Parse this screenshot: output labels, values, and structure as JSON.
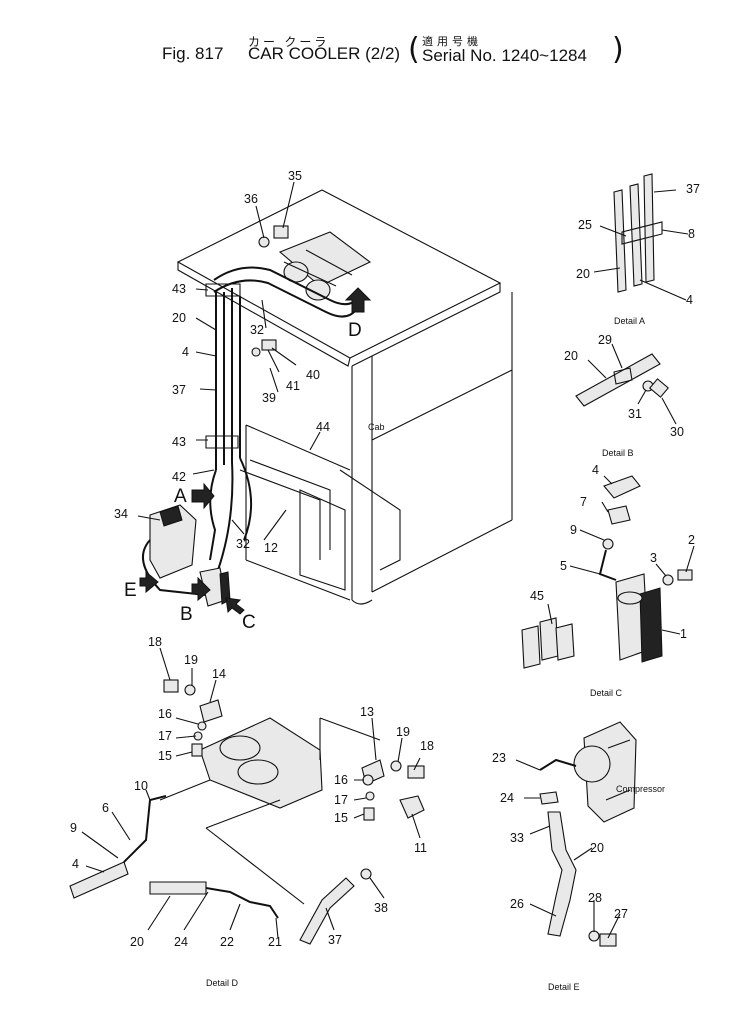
{
  "header": {
    "fig": "Fig. 817",
    "title_jp": "カー クーラ",
    "title_en": "CAR COOLER (2/2)",
    "serial_jp": "適用号機",
    "serial_en": "Serial No. 1240~1284"
  },
  "main_view": {
    "callouts": [
      "35",
      "36",
      "43",
      "20",
      "4",
      "37",
      "32",
      "41",
      "40",
      "39",
      "43",
      "42",
      "44",
      "34",
      "32",
      "12",
      "Cab"
    ],
    "arrows": [
      "A",
      "B",
      "C",
      "D",
      "E"
    ]
  },
  "detail_a": {
    "title": "Detail A",
    "callouts": [
      "37",
      "25",
      "8",
      "20",
      "4"
    ]
  },
  "detail_b": {
    "title": "Detail B",
    "callouts": [
      "20",
      "29",
      "31",
      "30"
    ]
  },
  "detail_c": {
    "title": "Detail C",
    "callouts": [
      "4",
      "7",
      "9",
      "5",
      "3",
      "2",
      "45",
      "1"
    ]
  },
  "detail_d": {
    "title": "Detail D",
    "callouts": [
      "18",
      "19",
      "14",
      "16",
      "17",
      "15",
      "13",
      "19",
      "18",
      "16",
      "17",
      "15",
      "11",
      "10",
      "6",
      "9",
      "4",
      "20",
      "24",
      "22",
      "21",
      "37",
      "38"
    ]
  },
  "detail_e": {
    "title": "Detail E",
    "callouts": [
      "23",
      "24",
      "33",
      "20",
      "26",
      "28",
      "27"
    ],
    "compressor_label": "Compressor"
  },
  "colors": {
    "ink": "#111111",
    "paper": "#ffffff"
  }
}
